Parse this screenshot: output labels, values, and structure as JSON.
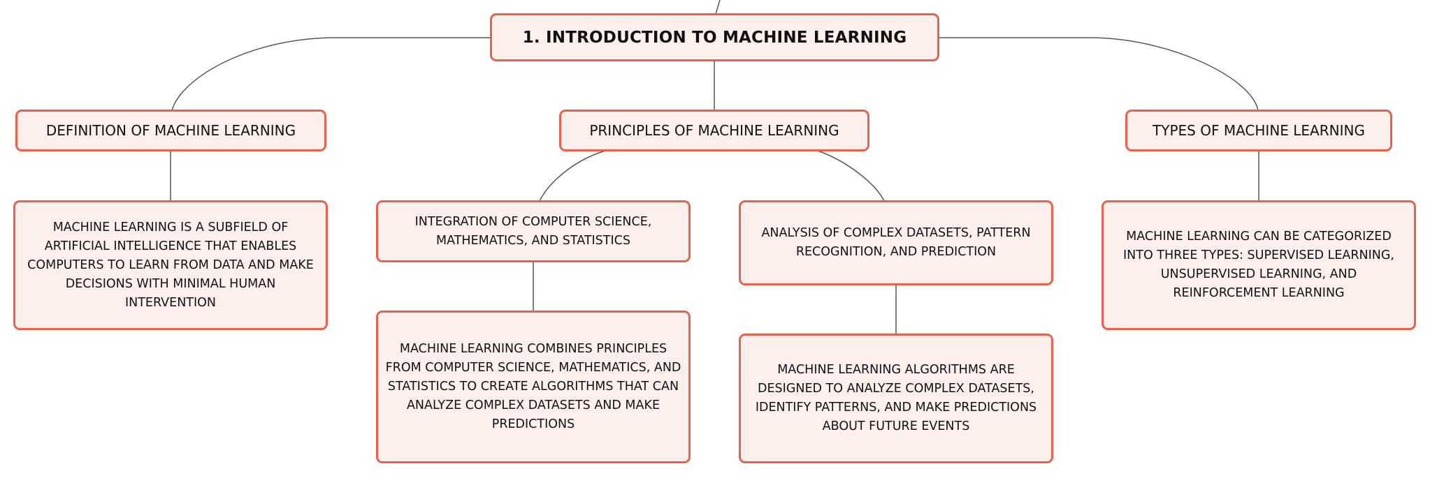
{
  "diagram": {
    "root": {
      "label": "1. Introduction to Machine Learning"
    },
    "branches": {
      "definition": {
        "label": "Definition of Machine Learning"
      },
      "principles": {
        "label": "Principles of Machine Learning"
      },
      "types": {
        "label": "Types of Machine Learning"
      }
    },
    "details": {
      "definition_text": "Machine learning is a subfield of artificial intelligence that enables computers to learn from data and make decisions with minimal human intervention",
      "integration": "Integration of computer science, mathematics, and statistics",
      "analysis": "Analysis of complex datasets, pattern recognition, and prediction",
      "combines_text": "Machine learning combines principles from computer science, mathematics, and statistics to create algorithms that can analyze complex datasets and make predictions",
      "algorithms_text": "Machine learning algorithms are designed to analyze complex datasets, identify patterns, and make predictions about future events",
      "types_text": "Machine learning can be categorized into three types: supervised learning, unsupervised learning, and reinforcement learning"
    }
  },
  "colors": {
    "node_fill": "#fdf0ec",
    "node_border": "#e8614f",
    "connector": "#555555",
    "text": "#111111"
  }
}
